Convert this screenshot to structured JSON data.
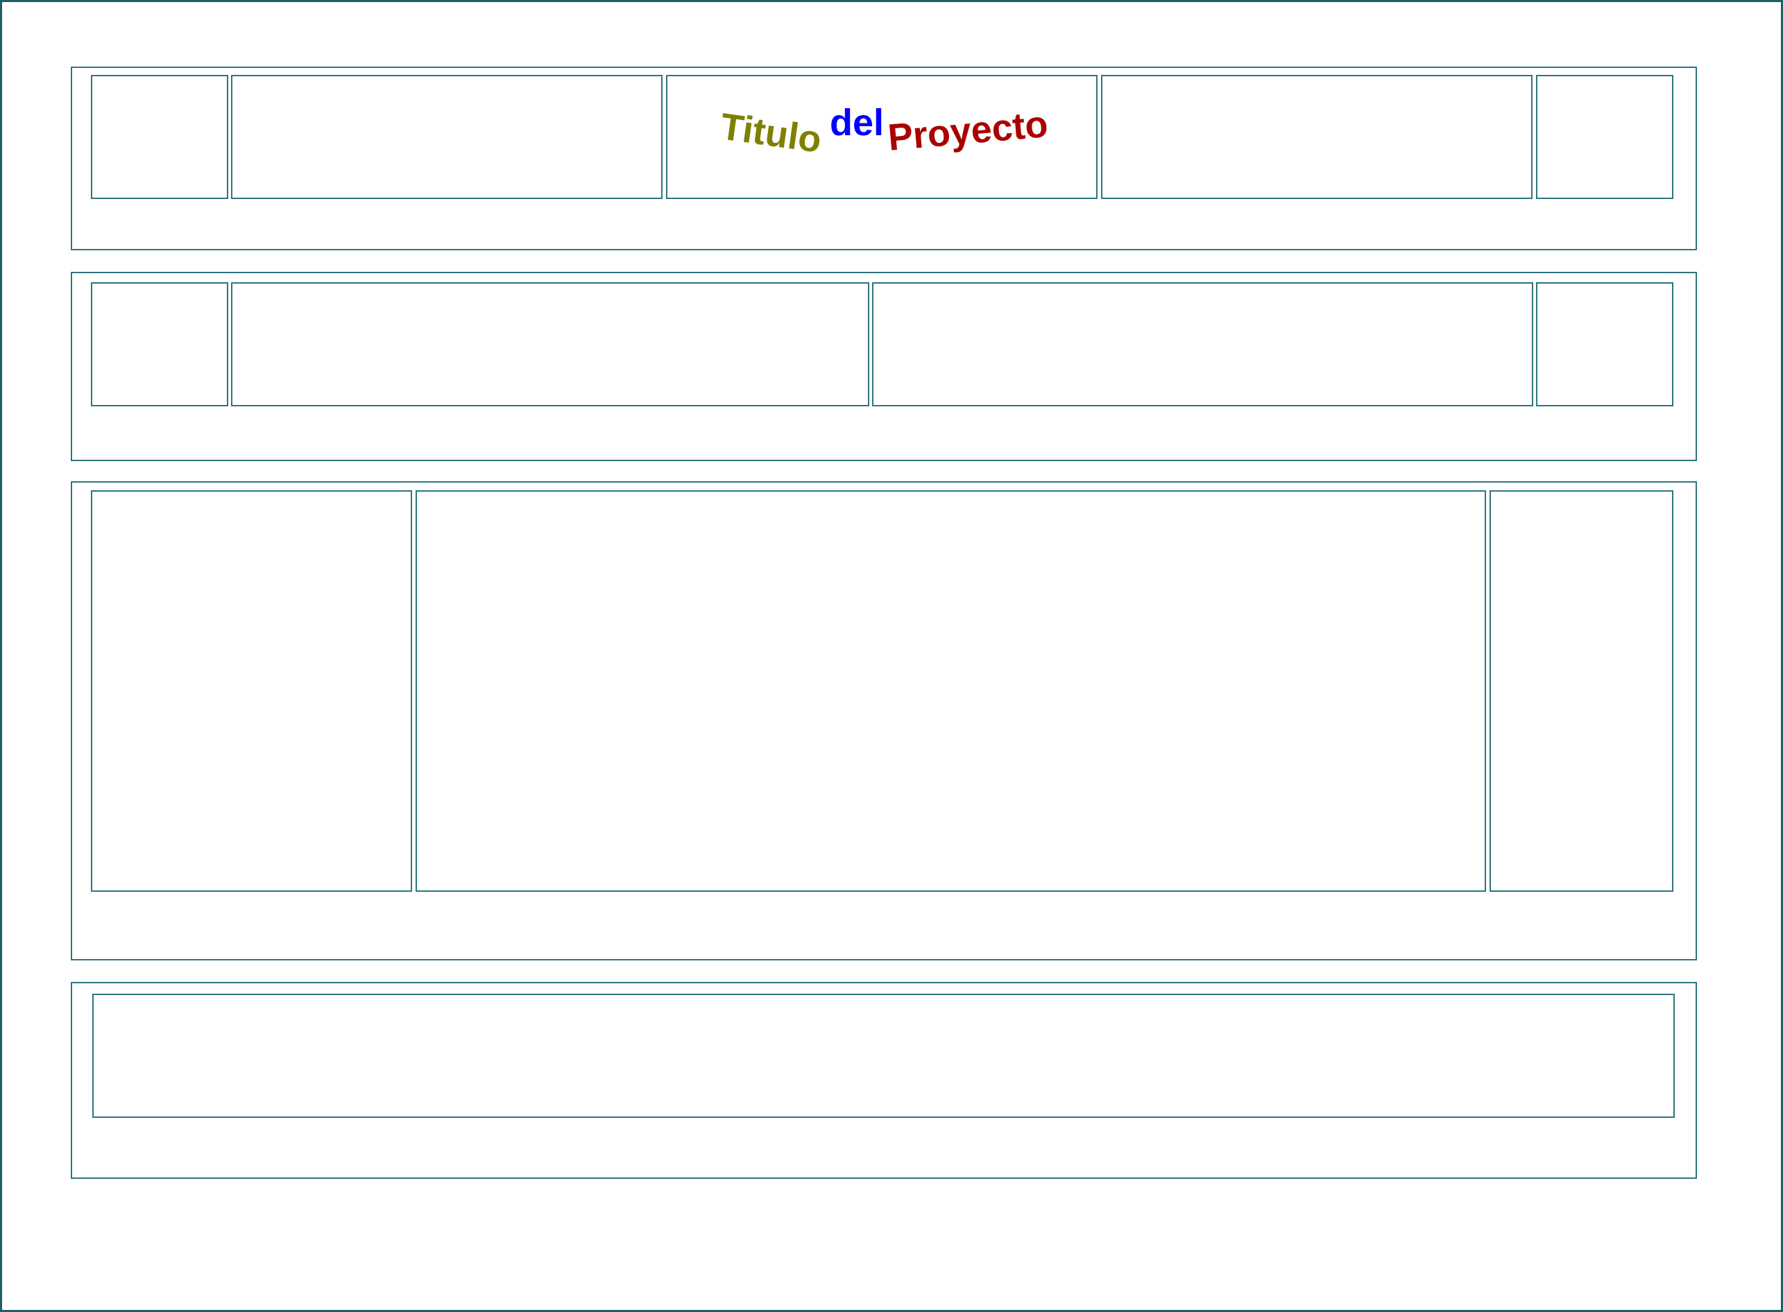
{
  "title": {
    "words": [
      {
        "text": "Titulo",
        "color": "#808000"
      },
      {
        "text": "del",
        "color": "#0000ff"
      },
      {
        "text": "Proyecto",
        "color": "#aa0000"
      }
    ]
  },
  "colors": {
    "frame_border": "#1d5f6b",
    "box_border": "#2e7480",
    "background": "#ffffff"
  }
}
